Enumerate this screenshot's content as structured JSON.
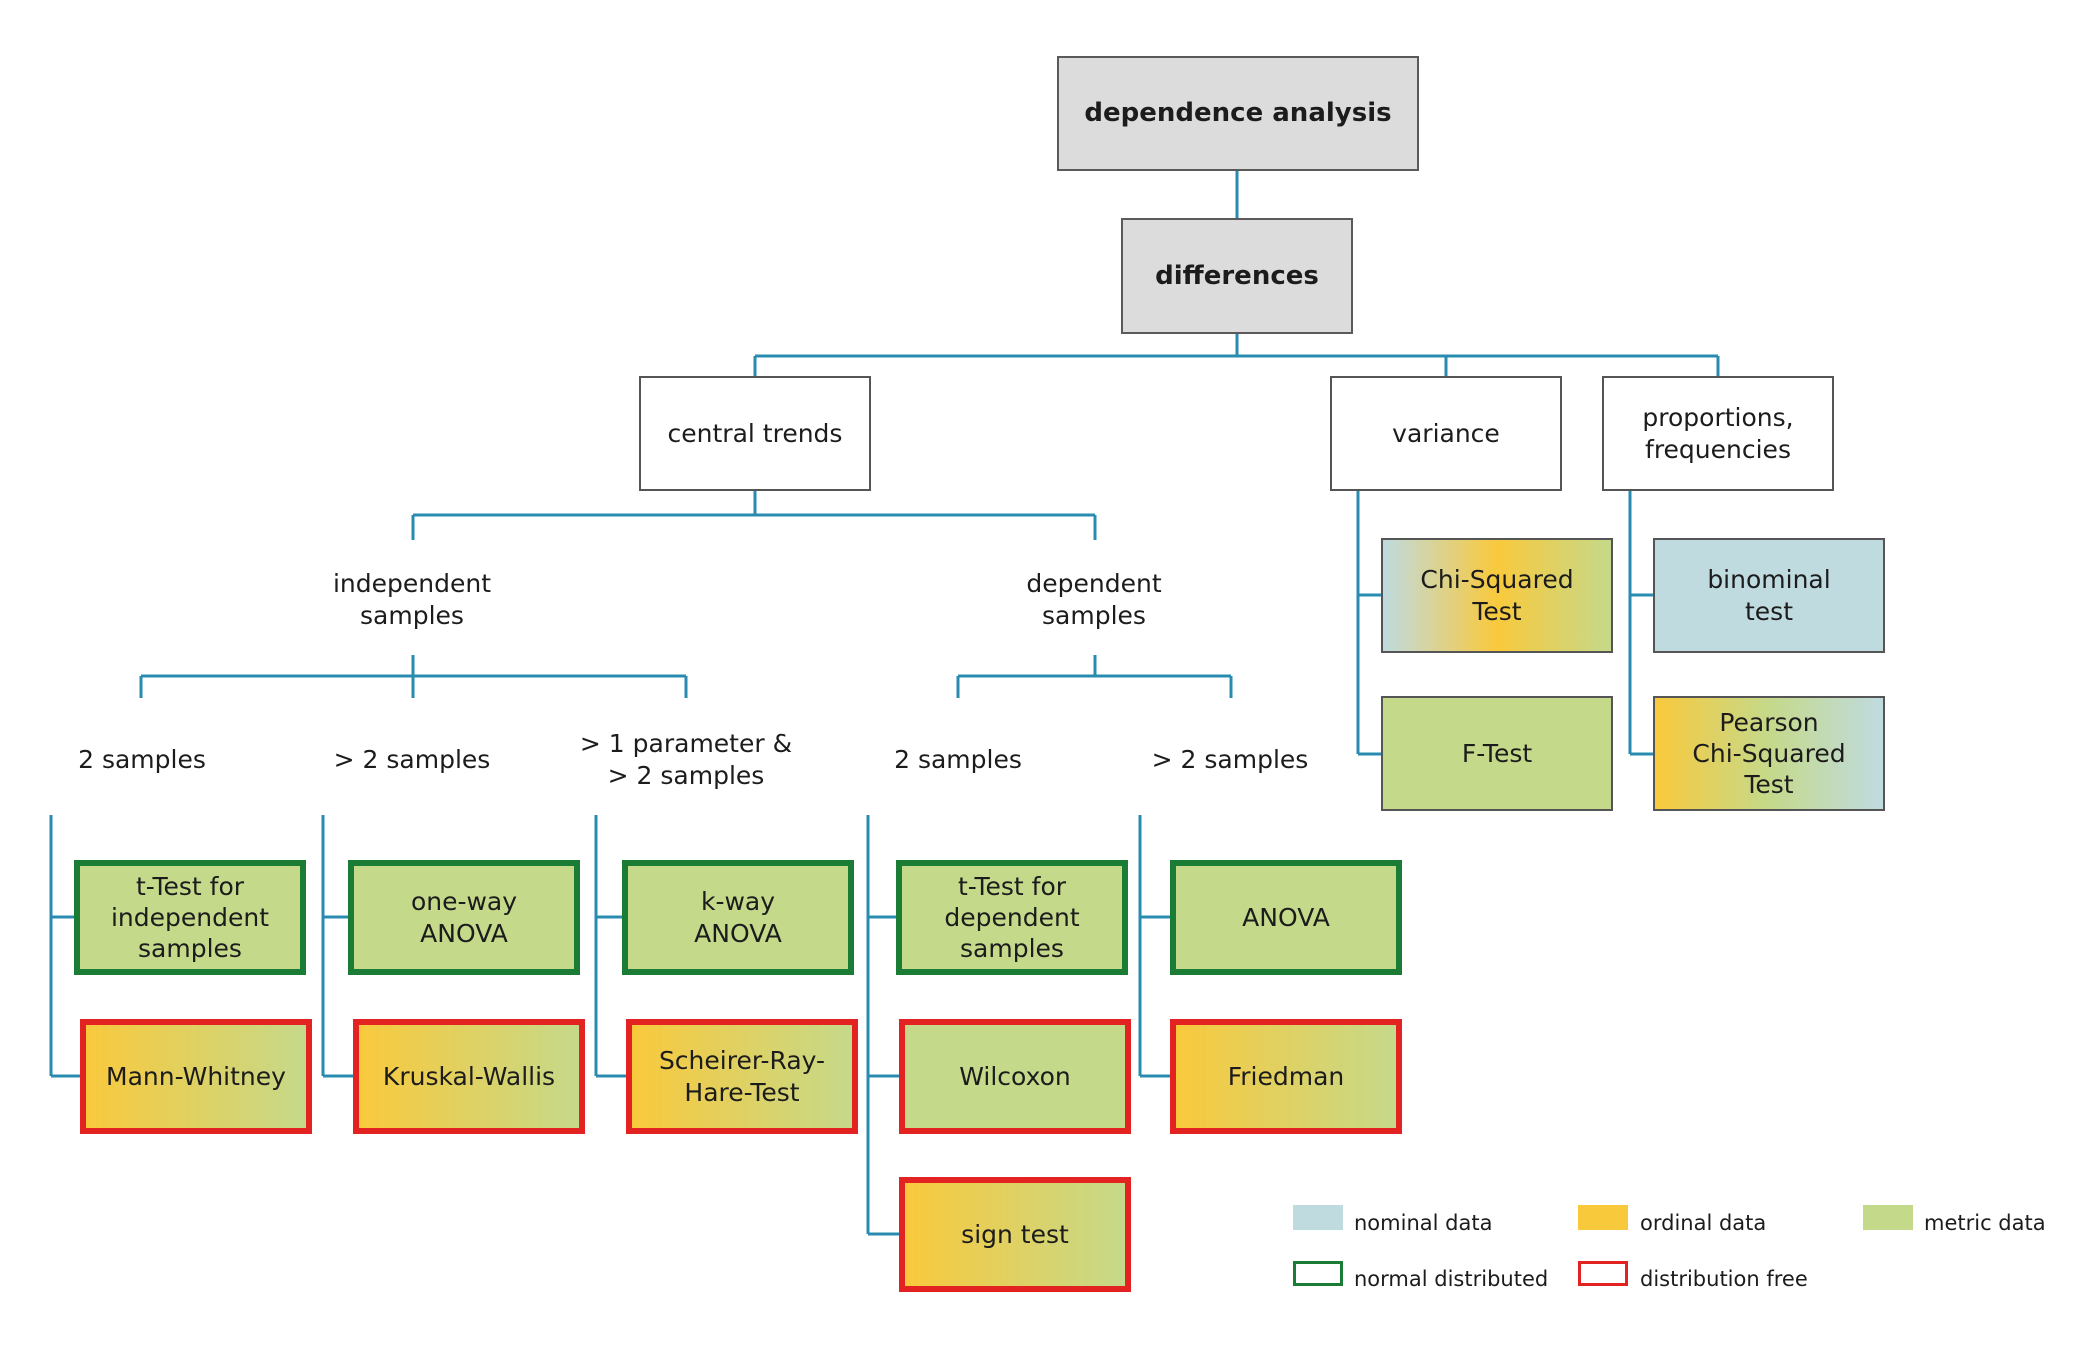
{
  "colors": {
    "connector": "#2a8bb0",
    "nominal": "#bfdbe0",
    "ordinal": "#f9c93c",
    "metric": "#c5d98a",
    "normal_border": "#1b7d35",
    "free_border": "#e32222"
  },
  "tree": {
    "root": "dependence analysis",
    "differences": "differences",
    "central_trends": "central trends",
    "variance": "variance",
    "proportions": "proportions,\nfrequencies",
    "independent_samples": "independent\nsamples",
    "dependent_samples": "dependent\nsamples"
  },
  "groups": {
    "ind_2": "2 samples",
    "ind_gt2": "> 2 samples",
    "ind_param": "> 1 parameter &\n> 2 samples",
    "dep_2": "2 samples",
    "dep_gt2": "> 2 samples"
  },
  "tests": {
    "t_independent": "t-Test for\nindependent\nsamples",
    "mann_whitney": "Mann-Whitney",
    "oneway_anova": "one-way\nANOVA",
    "kruskal_wallis": "Kruskal-Wallis",
    "kway_anova": "k-way\nANOVA",
    "scheirer": "Scheirer-Ray-\nHare-Test",
    "t_dependent": "t-Test for\ndependent\nsamples",
    "wilcoxon": "Wilcoxon",
    "sign_test": "sign test",
    "anova": "ANOVA",
    "friedman": "Friedman",
    "chi_squared": "Chi-Squared\nTest",
    "f_test": "F-Test",
    "binominal": "binominal\ntest",
    "pearson": "Pearson\nChi-Squared\nTest"
  },
  "legend": {
    "nominal": "nominal data",
    "ordinal": "ordinal data",
    "metric": "metric data",
    "normal": "normal distributed",
    "free": "distribution free"
  }
}
